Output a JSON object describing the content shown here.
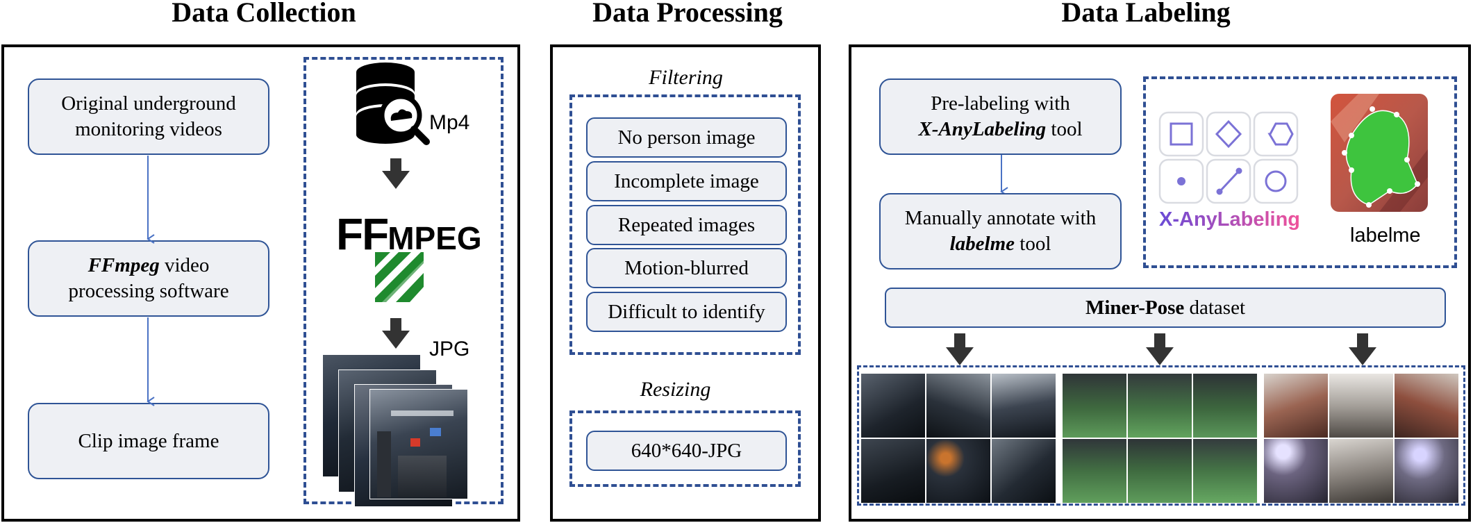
{
  "sections": {
    "collection": "Data Collection",
    "processing": "Data Processing",
    "labeling": "Data Labeling"
  },
  "collection": {
    "box1": "Original underground monitoring videos",
    "box2_bold": "FFmpeg",
    "box2_rest_1": " video",
    "box2_rest_2": "processing software",
    "box3": "Clip image frame",
    "mp4_label": "Mp4",
    "ffmpeg_logo_ff": "FF",
    "ffmpeg_logo_mpeg": "MPEG",
    "jpg_label": "JPG"
  },
  "processing": {
    "filtering_label": "Filtering",
    "filters": [
      "No person image",
      "Incomplete image",
      "Repeated images",
      "Motion-blurred",
      "Difficult to identify"
    ],
    "resizing_label": "Resizing",
    "resize_value": "640*640-JPG"
  },
  "labeling": {
    "prelabel_1": "Pre-labeling with",
    "prelabel_bold": "X-AnyLabeling",
    "prelabel_2": " tool",
    "manual_1": "Manually annotate with",
    "manual_bold": "labelme",
    "manual_2": " tool",
    "xany_logo_text": "X-AnyLabeling",
    "labelme_text": "labelme",
    "dataset_bold": "Miner-Pose",
    "dataset_rest": " dataset"
  },
  "icons": [
    "database-search-icon",
    "down-arrow-icon",
    "ffmpeg-logo-icon",
    "image-stack-icon",
    "square-tool-icon",
    "diamond-tool-icon",
    "hexagon-tool-icon",
    "point-tool-icon",
    "line-tool-icon",
    "circle-tool-icon",
    "labelme-logo-icon"
  ],
  "colors": {
    "border_blue": "#2f5496",
    "dashed_blue": "#2f4f93",
    "box_fill": "#eef0f4",
    "ffmpeg_green": "#1f8a2e",
    "xany_gradient_start": "#6a4bd6",
    "xany_gradient_end": "#f0529a"
  }
}
